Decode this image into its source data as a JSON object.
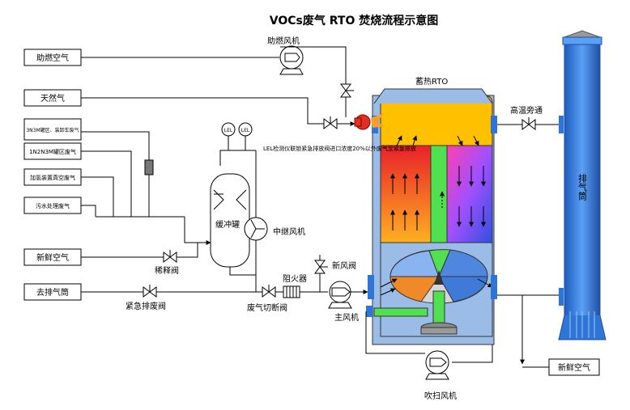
{
  "title": "VOCs废气 RTO 焚烧流程示意图",
  "sources": {
    "combustion_air": "助燃空气",
    "natural_gas": "天然气",
    "waste_3n": "3N3M罐区、装卸车废气",
    "waste_1n": "1N2N3M罐区废气",
    "waste_vacuum": "加氢装置真空废气",
    "waste_sewage": "污水处理废气",
    "fresh_air_left": "新鲜空气",
    "to_stack": "去排气筒",
    "fresh_air_right": "新鲜空气"
  },
  "equipment": {
    "combustion_fan": "助燃风机",
    "rto": "蓄热RTO",
    "hot_bypass": "高温旁通",
    "stack": "排气筒",
    "buffer_tank": "缓冲罐",
    "relay_fan": "中继风机",
    "flame_arrester": "阻火器",
    "fresh_air_valve": "新风阀",
    "main_fan": "主风机",
    "purge_fan": "吹扫风机"
  },
  "valves": {
    "dilution_valve": "稀释阀",
    "emergency_vent_valve": "紧急排废阀",
    "waste_shutoff_valve": "废气切断阀"
  },
  "instruments": {
    "lel_1": "LEL",
    "lel_2": "LEL"
  },
  "notes": {
    "lel_note": "LEL检测仪联锁紧急排放阀进口浓度20%以外废气至紧急排放"
  },
  "colors": {
    "rto_shell": "#9bbce6",
    "rto_top": "#ffc000",
    "rotary": "#d6d6d6",
    "stack": "#2e75d6",
    "stack_dark": "#1f4fa3",
    "flame": "#e03020",
    "line": "#000000"
  }
}
